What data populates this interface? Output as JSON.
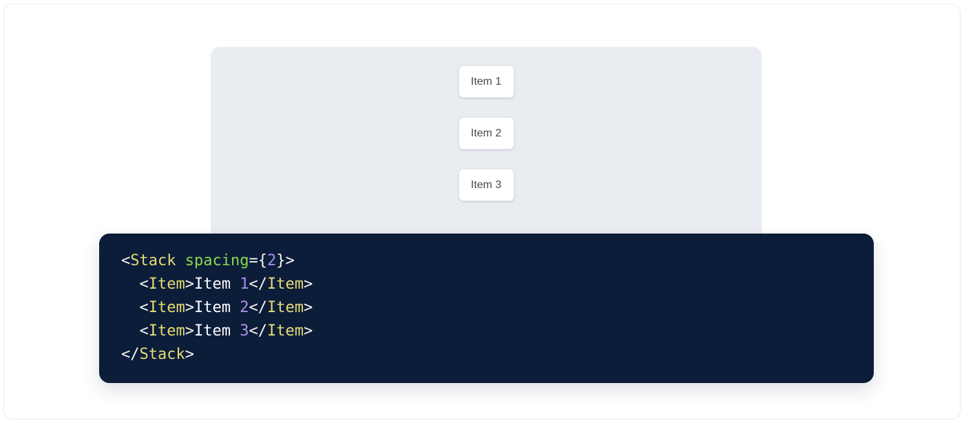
{
  "preview": {
    "panel_name": "stack-preview-panel",
    "background_color": "#e9ecf1",
    "items": [
      {
        "label": "Item 1"
      },
      {
        "label": "Item 2"
      },
      {
        "label": "Item 3"
      }
    ]
  },
  "code": {
    "language": "jsx",
    "background_color": "#0c1d3a",
    "lines": [
      {
        "indent": "",
        "tokens": [
          {
            "text": "<",
            "type": "punct"
          },
          {
            "text": "Stack",
            "type": "tag"
          },
          {
            "text": " ",
            "type": "text"
          },
          {
            "text": "spacing",
            "type": "attr"
          },
          {
            "text": "=",
            "type": "eq"
          },
          {
            "text": "{",
            "type": "brace"
          },
          {
            "text": "2",
            "type": "num"
          },
          {
            "text": "}",
            "type": "brace"
          },
          {
            "text": ">",
            "type": "punct"
          }
        ]
      },
      {
        "indent": "  ",
        "tokens": [
          {
            "text": "<",
            "type": "punct"
          },
          {
            "text": "Item",
            "type": "tag"
          },
          {
            "text": ">",
            "type": "punct"
          },
          {
            "text": "Item ",
            "type": "text"
          },
          {
            "text": "1",
            "type": "num"
          },
          {
            "text": "</",
            "type": "punct"
          },
          {
            "text": "Item",
            "type": "tag"
          },
          {
            "text": ">",
            "type": "punct"
          }
        ]
      },
      {
        "indent": "  ",
        "tokens": [
          {
            "text": "<",
            "type": "punct"
          },
          {
            "text": "Item",
            "type": "tag"
          },
          {
            "text": ">",
            "type": "punct"
          },
          {
            "text": "Item ",
            "type": "text"
          },
          {
            "text": "2",
            "type": "num"
          },
          {
            "text": "</",
            "type": "punct"
          },
          {
            "text": "Item",
            "type": "tag"
          },
          {
            "text": ">",
            "type": "punct"
          }
        ]
      },
      {
        "indent": "  ",
        "tokens": [
          {
            "text": "<",
            "type": "punct"
          },
          {
            "text": "Item",
            "type": "tag"
          },
          {
            "text": ">",
            "type": "punct"
          },
          {
            "text": "Item ",
            "type": "text"
          },
          {
            "text": "3",
            "type": "num"
          },
          {
            "text": "</",
            "type": "punct"
          },
          {
            "text": "Item",
            "type": "tag"
          },
          {
            "text": ">",
            "type": "punct"
          }
        ]
      },
      {
        "indent": "",
        "tokens": [
          {
            "text": "</",
            "type": "punct"
          },
          {
            "text": "Stack",
            "type": "tag"
          },
          {
            "text": ">",
            "type": "punct"
          }
        ]
      }
    ]
  },
  "colors": {
    "page_background": "#ffffff",
    "preview_background": "#e9ecf1",
    "code_background": "#0c1d3a",
    "card_background": "#ffffff",
    "card_text": "#4a4a4a",
    "token_tag": "#e6db74",
    "token_attr": "#8bd94b",
    "token_number": "#ad8fe8",
    "token_punct": "#f8f8f2",
    "token_text": "#ffffff"
  }
}
